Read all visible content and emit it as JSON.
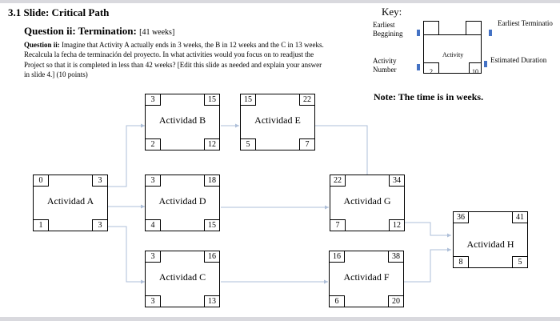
{
  "slide_title": "3.1 Slide: Critical Path",
  "question": {
    "heading": "Question ii: Termination",
    "weeks": "[41 weeks]",
    "label": "Question ii:",
    "body_lines": [
      "Imagine that Activity A actually ends in 3 weeks, the B in 12 weeks and the C in 13 weeks.",
      "Recalcula la fecha de terminación del proyecto. In what activities would you focus on to readjust the",
      "Project so that it is completed in less than 42 weeks? [Edit this slide as needed and explain your answer",
      "in slide 4.] (10 points)"
    ]
  },
  "note": "Note: The time is in weeks.",
  "key": {
    "title": "Key:",
    "earliest_beginning": [
      "Earliest",
      "Beggining"
    ],
    "earliest_termination": "Earliest Terminatio",
    "activity_number": [
      "Activity",
      "Number"
    ],
    "estimated_duration": "Estimated Duration",
    "sample_activity": "Activity",
    "sample_number": "2",
    "sample_duration": "10",
    "marker_color": "#4472c4"
  },
  "activities": {
    "A": {
      "name": "Actividad A",
      "es": "0",
      "ef": "3",
      "number": "1",
      "duration": "3"
    },
    "B": {
      "name": "Actividad B",
      "es": "3",
      "ef": "15",
      "number": "2",
      "duration": "12"
    },
    "E": {
      "name": "Actividad E",
      "es": "15",
      "ef": "22",
      "number": "5",
      "duration": "7"
    },
    "D": {
      "name": "Actividad D",
      "es": "3",
      "ef": "18",
      "number": "4",
      "duration": "15"
    },
    "C": {
      "name": "Actividad C",
      "es": "3",
      "ef": "16",
      "number": "3",
      "duration": "13"
    },
    "G": {
      "name": "Actividad G",
      "es": "22",
      "ef": "34",
      "number": "7",
      "duration": "12"
    },
    "F": {
      "name": "Actividad F",
      "es": "16",
      "ef": "38",
      "number": "6",
      "duration": "20"
    },
    "H": {
      "name": "Actividad H",
      "es": "36",
      "ef": "41",
      "number": "8",
      "duration": "5"
    }
  },
  "arrow_color": "#aebfd8"
}
